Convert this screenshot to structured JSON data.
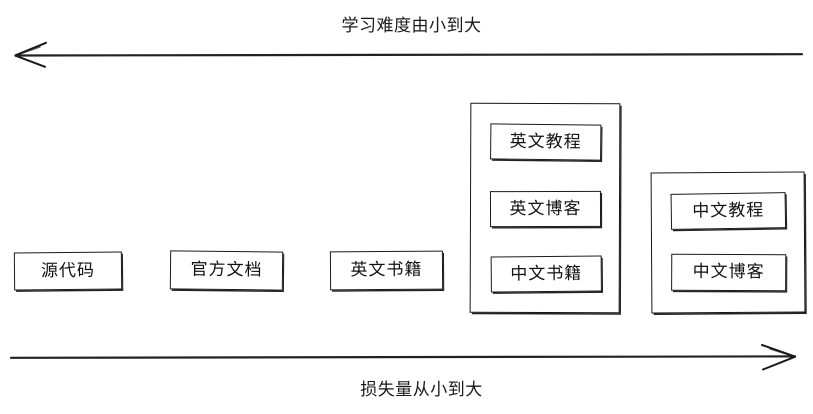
{
  "diagram": {
    "title_top": "学习难度由小到大",
    "title_bottom": "损失量从小到大",
    "top_axis": {
      "label": "学习难度由小到大",
      "direction": "left",
      "arrow_icon": "arrow-left-icon"
    },
    "bottom_axis": {
      "label": "损失量从小到大",
      "direction": "right",
      "arrow_icon": "arrow-right-icon"
    },
    "standalone_nodes": [
      {
        "label": "源代码"
      },
      {
        "label": "官方文档"
      },
      {
        "label": "英文书籍"
      }
    ],
    "groups": [
      {
        "name": "group-middle",
        "items": [
          {
            "label": "英文教程"
          },
          {
            "label": "英文博客"
          },
          {
            "label": "中文书籍"
          }
        ]
      },
      {
        "name": "group-right",
        "items": [
          {
            "label": "中文教程"
          },
          {
            "label": "中文博客"
          }
        ]
      }
    ],
    "colors": {
      "stroke": "#161616",
      "background": "#ffffff",
      "text": "#111111"
    }
  }
}
